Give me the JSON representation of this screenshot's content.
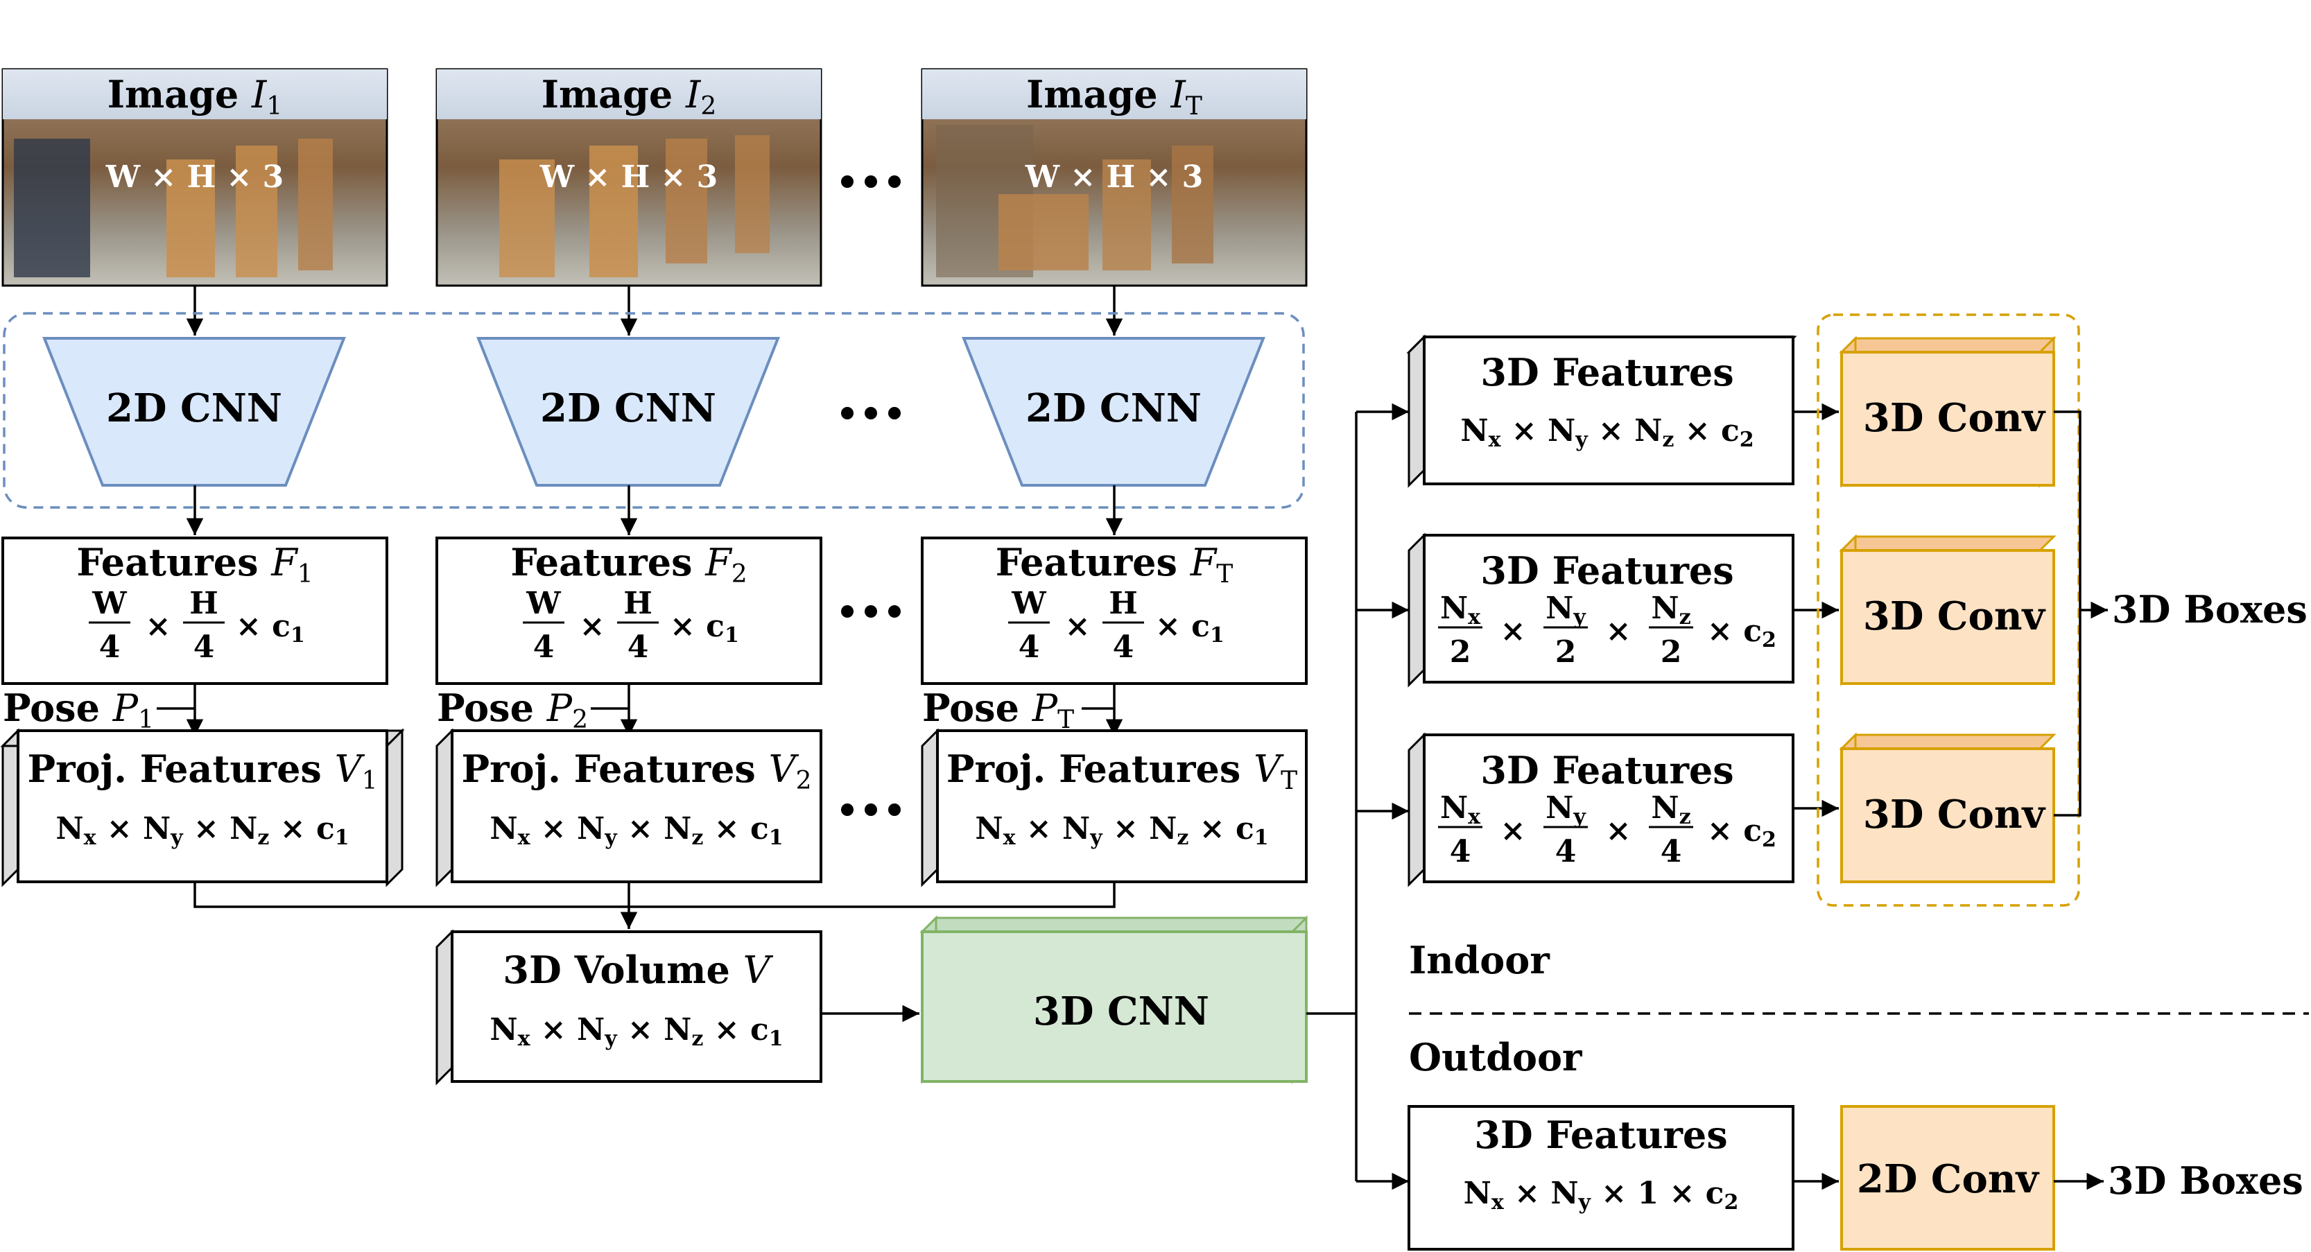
{
  "images": [
    {
      "label": "Image ",
      "sym": "I",
      "sub": "1",
      "dims": "W × H × 3"
    },
    {
      "label": "Image ",
      "sym": "I",
      "sub": "2",
      "dims": "W × H × 3"
    },
    {
      "label": "Image ",
      "sym": "I",
      "sub": "T",
      "dims": "W × H × 3"
    }
  ],
  "cnn2d_label": "2D CNN",
  "features": [
    {
      "label": "Features ",
      "sym": "F",
      "sub": "1",
      "dim_tail": "× c",
      "dim_tail_sub": "1"
    },
    {
      "label": "Features ",
      "sym": "F",
      "sub": "2",
      "dim_tail": "× c",
      "dim_tail_sub": "1"
    },
    {
      "label": "Features ",
      "sym": "F",
      "sub": "T",
      "dim_tail": "× c",
      "dim_tail_sub": "1"
    }
  ],
  "feature_fraction": {
    "w_num": "W",
    "h_num": "H",
    "den": "4",
    "times": "×"
  },
  "poses": [
    {
      "label": "Pose ",
      "sym": "P",
      "sub": "1"
    },
    {
      "label": "Pose ",
      "sym": "P",
      "sub": "2"
    },
    {
      "label": "Pose ",
      "sym": "P",
      "sub": "T"
    }
  ],
  "proj": [
    {
      "label": "Proj. Features ",
      "sym": "V",
      "sub": "1"
    },
    {
      "label": "Proj. Features ",
      "sym": "V",
      "sub": "2"
    },
    {
      "label": "Proj. Features ",
      "sym": "V",
      "sub": "T"
    }
  ],
  "volume": {
    "label": "3D Volume ",
    "sym": "V"
  },
  "cnn3d_label": "3D CNN",
  "feat3d_title": "3D Features",
  "conv3d_label": "3D Conv",
  "conv2d_label": "2D Conv",
  "boxes_label": "3D Boxes",
  "indoor_label": "Indoor",
  "outdoor_label": "Outdoor",
  "dim_tokens": {
    "N": "N",
    "x": "x",
    "y": "y",
    "z": "z",
    "c": "c",
    "one": "1",
    "times": "×",
    "c1": "1",
    "c2": "2"
  },
  "fraction_dens": [
    "2",
    "4"
  ],
  "colors": {
    "cnn2d_fill": "#dae8fc",
    "cnn2d_stroke": "#6c8ebf",
    "cnn3d_fill": "#d5e8d4",
    "cnn3d_stroke": "#82b366",
    "conv_fill": "#fde2c4",
    "conv_stroke": "#d6a100"
  }
}
